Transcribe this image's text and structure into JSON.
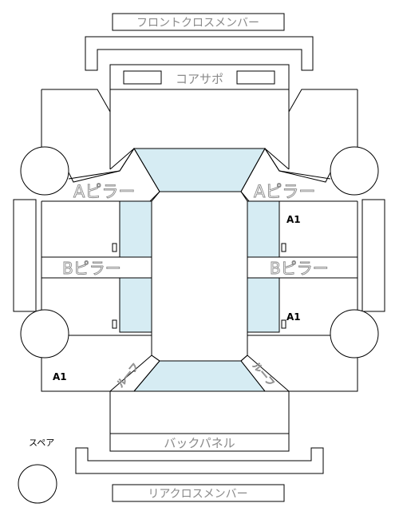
{
  "labels": {
    "front_cross_member": "フロントクロスメンバー",
    "core_support": "コアサポ",
    "a_pillar": "Aピラー",
    "b_pillar": "Bピラー",
    "back_panel": "バックパネル",
    "rear_cross_member": "リアクロスメンバー",
    "spare": "スペア",
    "roof_corner": "ルーフ"
  },
  "marks": {
    "a1": "A1"
  }
}
